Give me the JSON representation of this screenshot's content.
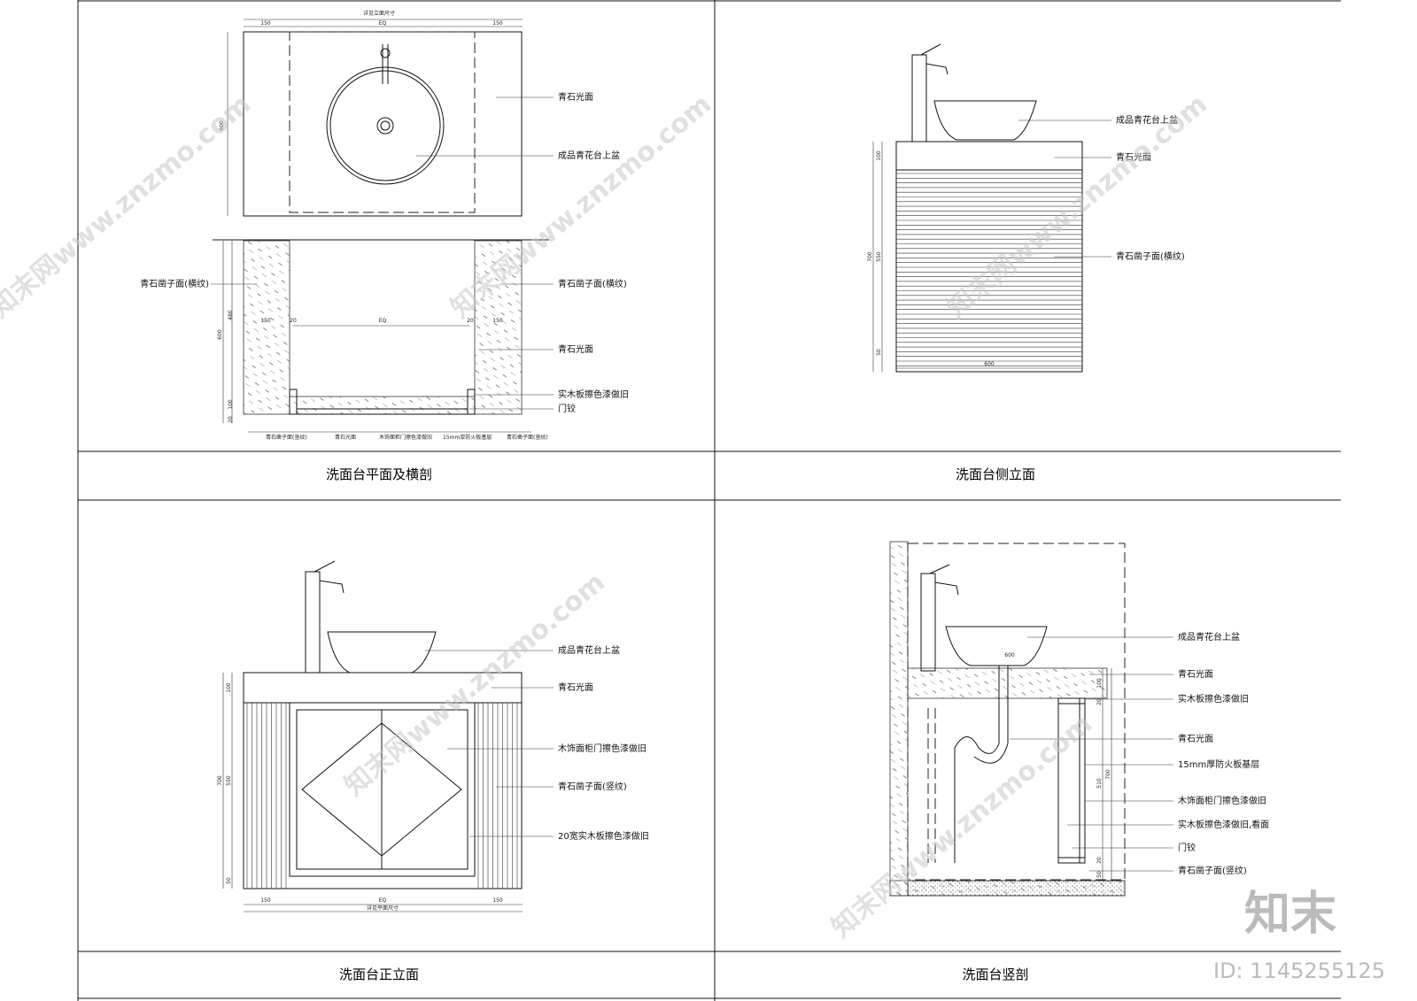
{
  "panels": {
    "plan": {
      "title": "洗面台平面及横剖",
      "top_dim": "详见立面尺寸",
      "dims_top": [
        "150",
        "EQ",
        "150"
      ],
      "dim_depth": "600",
      "dims_section": [
        "150",
        "20",
        "EQ",
        "20",
        "150"
      ],
      "dims_left": [
        "480",
        "600",
        "100",
        "20"
      ],
      "labels": {
        "stone_polish": "青石光面",
        "basin": "成品青花台上盆",
        "chisel_h_left": "青石凿子面(横纹)",
        "chisel_h_right": "青石凿子面(横纹)",
        "stone_polish_2": "青石光面",
        "wood_board": "实木板擦色漆做旧",
        "hinge": "门铰"
      },
      "bottom_notes": [
        "青石凿子面(竖纹)",
        "青石光面",
        "木饰面柜门擦色漆做旧",
        "15mm厚防火板基层",
        "青石凿子面(竖纹)"
      ]
    },
    "side": {
      "title": "洗面台侧立面",
      "labels": {
        "basin": "成品青花台上盆",
        "stone_polish": "青石光面",
        "chisel_h": "青石凿子面(横纹)"
      },
      "dims_left": [
        "100",
        "700",
        "550",
        "50"
      ],
      "dim_bottom": "600"
    },
    "front": {
      "title": "洗面台正立面",
      "labels": {
        "basin": "成品青花台上盆",
        "stone_polish": "青石光面",
        "wood_door": "木饰面柜门擦色漆做旧",
        "chisel_v": "青石凿子面(竖纹)",
        "wood_20": "20宽实木板擦色漆做旧"
      },
      "dims_left": [
        "100",
        "700",
        "550",
        "50"
      ],
      "dims_bottom": [
        "150",
        "EQ",
        "150"
      ],
      "bottom_note": "详见平面尺寸"
    },
    "section": {
      "title": "洗面台竖剖",
      "labels": {
        "basin": "成品青花台上盆",
        "stone_polish": "青石光面",
        "wood_board": "实木板擦色漆做旧",
        "stone_polish_2": "青石光面",
        "fire_board": "15mm厚防火板基层",
        "wood_door": "木饰面柜门擦色漆做旧",
        "wood_board_2": "实木板擦色漆做旧,看面",
        "hinge": "门铰",
        "chisel_v": "青石凿子面(竖纹)"
      },
      "dims_right": [
        "100",
        "20",
        "510",
        "700",
        "20",
        "50"
      ],
      "dim_top": "600"
    }
  },
  "watermark": {
    "text": "知末网www.znzmo.com",
    "logo": "知末",
    "id_label": "ID: 1145255125"
  }
}
